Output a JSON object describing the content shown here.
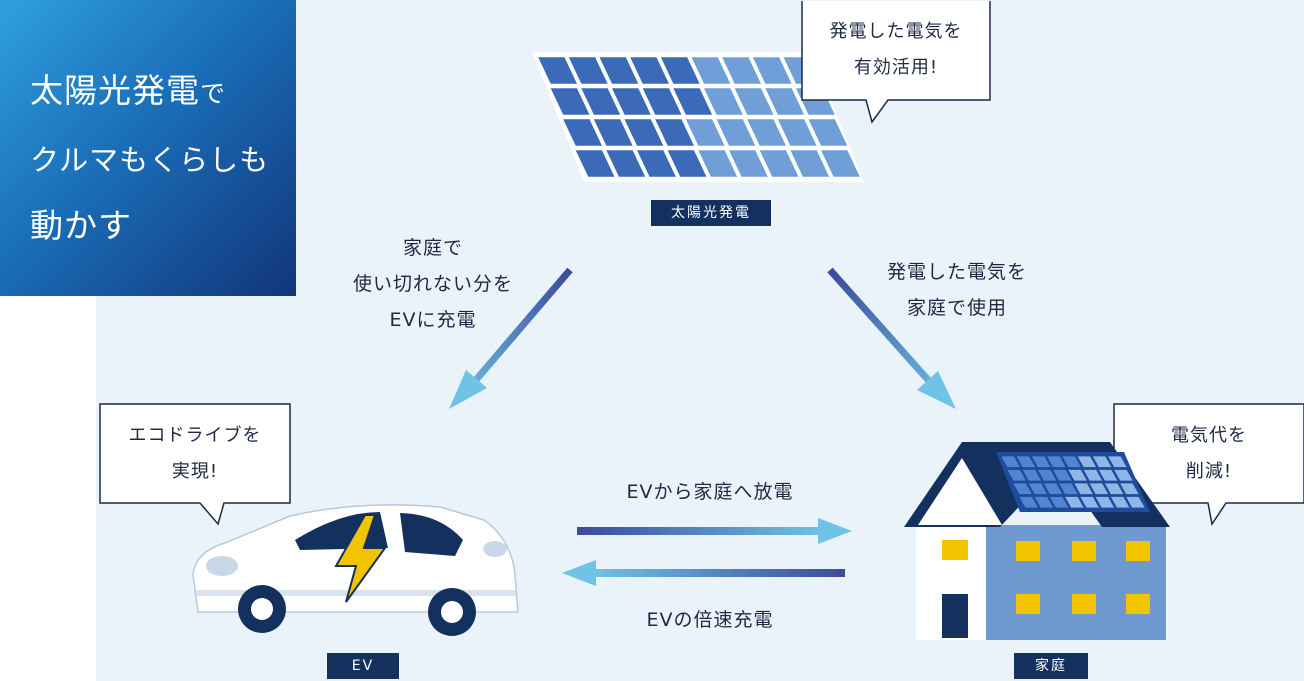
{
  "hero": {
    "line1_main": "太陽光発電",
    "line1_suffix": "で",
    "line2": "クルマもくらしも",
    "line3": "動かす"
  },
  "nodes": {
    "solar_label": "太陽光発電",
    "ev_label": "EV",
    "home_label": "家庭"
  },
  "flows": {
    "solar_to_ev": [
      "家庭で",
      "使い切れない分を",
      "EVに充電"
    ],
    "solar_to_home": [
      "発電した電気を",
      "家庭で使用"
    ],
    "ev_to_home": "EVから家庭へ放電",
    "home_to_ev": "EVの倍速充電"
  },
  "bubbles": {
    "solar": [
      "発電した電気を",
      "有効活用!"
    ],
    "ev": [
      "エコドライブを",
      "実現!"
    ],
    "home": [
      "電気代を",
      "削減!"
    ]
  },
  "colors": {
    "hero_top": "#2ea0de",
    "hero_bottom": "#12357a",
    "navy": "#13305e",
    "panel_blue": "#3a6ab8",
    "arrow_dark": "#3b4a9a",
    "arrow_light": "#6fc3e6",
    "window_yellow": "#f2c400",
    "background": "#eaf3f9"
  }
}
